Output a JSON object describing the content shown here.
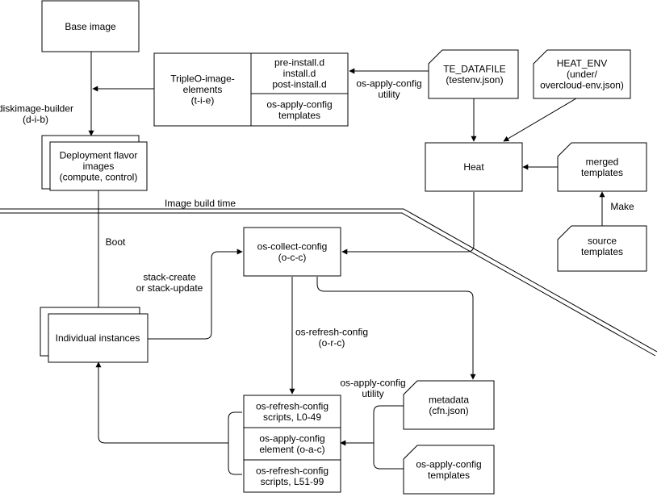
{
  "nodes": {
    "base_image": [
      "Base image"
    ],
    "tie_name": [
      "TripleO-image-",
      "elements",
      "(t-i-e)"
    ],
    "tie_install": [
      "pre-install.d",
      "install.d",
      "post-install.d"
    ],
    "tie_templates": [
      "os-apply-config",
      "templates"
    ],
    "te_datafile": [
      "TE_DATAFILE",
      "(testenv.json)"
    ],
    "heat_env": [
      "HEAT_ENV",
      "(under/",
      "overcloud-env.json)"
    ],
    "deployment_flavor": [
      "Deployment flavor",
      "images",
      "(compute, control)"
    ],
    "heat": [
      "Heat"
    ],
    "merged_templates": [
      "merged",
      "templates"
    ],
    "source_templates": [
      "source",
      "templates"
    ],
    "os_collect_config": [
      "os-collect-config",
      "(o-c-c)"
    ],
    "individual_instances": [
      "Individual instances"
    ],
    "metadata": [
      "metadata",
      "(cfn.json)"
    ],
    "orc_scripts_1": [
      "os-refresh-config",
      "scripts, L0-49"
    ],
    "oac_element": [
      "os-apply-config",
      "element (o-a-c)"
    ],
    "orc_scripts_2": [
      "os-refresh-config",
      "scripts, L51-99"
    ],
    "oac_templates": [
      "os-apply-config",
      "templates"
    ]
  },
  "labels": {
    "diskimage_builder": [
      "diskimage-builder",
      "(d-i-b)"
    ],
    "oac_utility_top": [
      "os-apply-config",
      "utility"
    ],
    "image_build_time": [
      "Image build time"
    ],
    "make": [
      "Make"
    ],
    "boot": [
      "Boot"
    ],
    "stack_create": [
      "stack-create",
      "or stack-update"
    ],
    "os_refresh_config": [
      "os-refresh-config",
      "(o-r-c)"
    ],
    "oac_utility_bottom": [
      "os-apply-config",
      "utility"
    ]
  }
}
